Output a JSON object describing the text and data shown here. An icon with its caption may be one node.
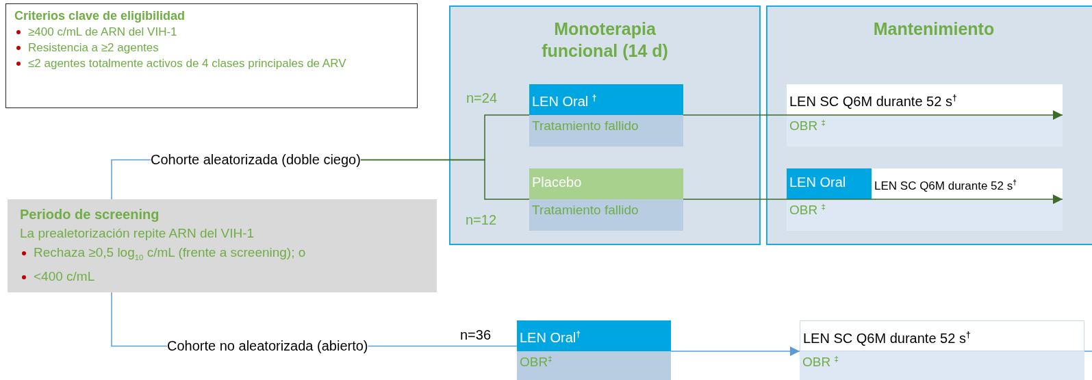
{
  "diagram": {
    "nodes": [
      {
        "text": [
          "Criterios clave de eligibilidad",
          "≥400 c/mL de ARN del VIH-1",
          "Resistencia a ≥2 agentes",
          "≤2 agentes totalmente activos de 4 clases principales de ARV"
        ]
      },
      {
        "text": [
          "Monoterapia funcional (14 d)"
        ]
      },
      {
        "text": [
          "Mantenimiento"
        ]
      },
      {
        "text": [
          "LEN Oral $^{†}$",
          "Tratamiento fallido"
        ],
        "in": 1,
        "beside": [
          "n=24"
        ]
      },
      {
        "text": [
          "Placebo",
          "Tratamiento fallido"
        ],
        "in": 1,
        "beside": [
          "n=12"
        ]
      },
      {
        "text": [
          "LEN SC Q6M durante 52 s$^{†}$",
          "OBR $^{‡}$"
        ],
        "in": 2
      },
      {
        "text": [
          "LEN Oral",
          "LEN SC Q6M durante 52 s$^{†}$",
          "OBR $^{‡}$"
        ],
        "in": 2
      },
      {
        "text": [
          "Periodo de screening",
          "La prealetorización repite ARN del VIH-1",
          "Rechaza ≥0,5 log$_{10}$ c/mL (frente a screening); o",
          "<400 c/mL"
        ]
      },
      {
        "text": [
          "Cohorte aleatorizada (doble ciego)"
        ]
      },
      {
        "text": [
          "Cohorte no aleatorizada (abierto)"
        ]
      },
      {
        "text": [
          "LEN Oral$^{†}$",
          "OBR$^{‡}$"
        ],
        "beside": [
          "n=36"
        ]
      },
      {
        "text": [
          "LEN SC Q6M durante 52 s$^{†}$",
          "OBR $^{‡}$"
        ]
      }
    ],
    "edges": [
      {
        "from": 7,
        "to": 8,
        "arrow": "none"
      },
      {
        "from": 7,
        "to": 9,
        "arrow": "none"
      },
      {
        "from": 8,
        "to": 3,
        "arrow": "none",
        "color": "#3d6b2a"
      },
      {
        "from": 8,
        "to": 4,
        "arrow": "none",
        "color": "#3d6b2a"
      },
      {
        "from": 9,
        "to": 10,
        "arrow": "none"
      },
      {
        "from": 10,
        "to": 11,
        "arrow": "to"
      },
      {
        "from": 11,
        "to": null,
        "arrow": "none"
      },
      {
        "from": 3,
        "to": 5,
        "arrow": "to",
        "color": "#3d6b2a"
      },
      {
        "from": 4,
        "to": 6,
        "arrow": "to",
        "color": "#3d6b2a"
      }
    ]
  }
}
